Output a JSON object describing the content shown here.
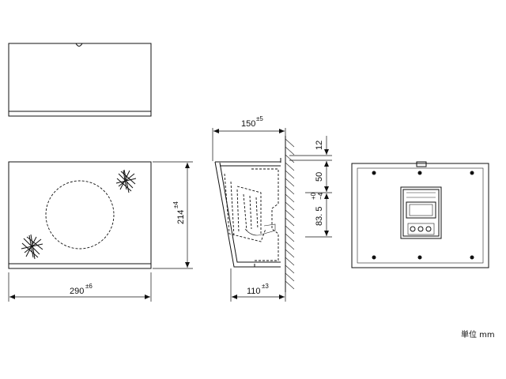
{
  "dimensions": {
    "top_width": {
      "value": "150",
      "tol": "±5"
    },
    "bottom_depth": {
      "value": "110",
      "tol": "±3"
    },
    "front_width": {
      "value": "290",
      "tol": "±6"
    },
    "front_height": {
      "value": "214",
      "tol": "±4"
    },
    "right_a": "12",
    "right_b": "50",
    "right_c": {
      "value": "83. 5",
      "tol_plus": "+0",
      "tol_minus": "−4"
    }
  },
  "unit_label": "単位 mm"
}
